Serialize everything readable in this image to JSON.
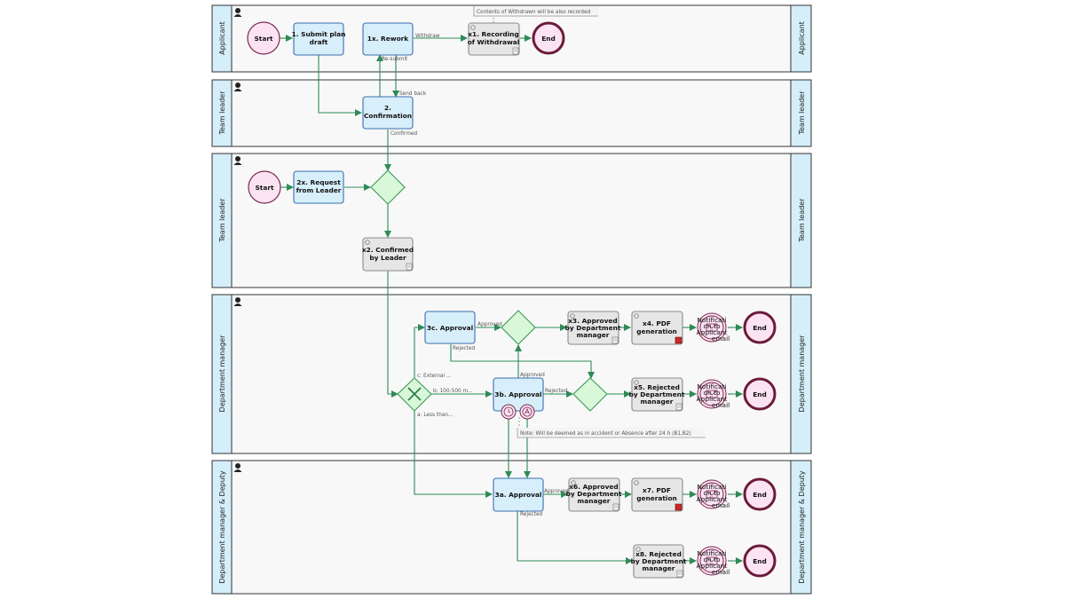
{
  "lanes": [
    {
      "label": "Applicant"
    },
    {
      "label": "Team leader"
    },
    {
      "label": "Team leader"
    },
    {
      "label": "Department manager"
    },
    {
      "label": "Department manager & Deputy"
    }
  ],
  "events": {
    "start1": "Start",
    "start2": "Start",
    "end1": "End",
    "end2": "End",
    "end3": "End",
    "end4": "End",
    "end5": "End"
  },
  "tasks": {
    "t1": [
      "1. Submit plan",
      "draft"
    ],
    "t1x": [
      "1x. Rework"
    ],
    "tx1": [
      "x1. Recording",
      "of Withdrawal"
    ],
    "t2": [
      "2.",
      "Confirmation"
    ],
    "t2x": [
      "2x. Request",
      "from Leader"
    ],
    "tx2": [
      "x2. Confirmed",
      "by Leader"
    ],
    "t3c": [
      "3c. Approval"
    ],
    "tx3": [
      "x3. Approved",
      "by Department",
      "manager"
    ],
    "tx4": [
      "x4. PDF",
      "generation"
    ],
    "t3b": [
      "3b. Approval"
    ],
    "tx5": [
      "x5. Rejected",
      "by Department",
      "manager"
    ],
    "t3a": [
      "3a. Approval"
    ],
    "tx6": [
      "x6. Approved",
      "by Department",
      "manager"
    ],
    "tx7": [
      "x7. PDF",
      "generation"
    ],
    "tx8": [
      "x8. Rejected",
      "by Department",
      "manager"
    ]
  },
  "notify_label": [
    "Notificati",
    "on to",
    "Applicant",
    "email"
  ],
  "edge_labels": {
    "withdraw": "Withdraw",
    "resubmit": "Re-submit",
    "send_back": "Send back",
    "confirmed": "Confirmed",
    "approved_3c": "Approved",
    "rejected_3c": "Rejected",
    "c_external": "c: External ...",
    "b_range": "b: 100-500 m...",
    "a_less": "a: Less than...",
    "approved_3b": "Approved",
    "rejected_3b": "Rejected",
    "approved_3a": "Approved",
    "rejected_3a": "Rejected"
  },
  "notes": {
    "withdrawal_note": "Contents of Withdrawn will be also recorded",
    "deemed_note": "Note: Will be deemed as in accident or Absence after 24 h (B1,B2)"
  },
  "colors": {
    "task_fill": "#d7eefb",
    "task_stroke": "#3a6fb0",
    "service_fill": "#e6e6e6",
    "service_stroke": "#8a8a8a",
    "lane_header": "#d4eefa",
    "start_fill": "#fbe3f2",
    "end_stroke": "#6b1b3a",
    "gateway_fill": "#d9f7d9",
    "gateway_stroke": "#3a9a56",
    "flow": "#2e8b57"
  }
}
